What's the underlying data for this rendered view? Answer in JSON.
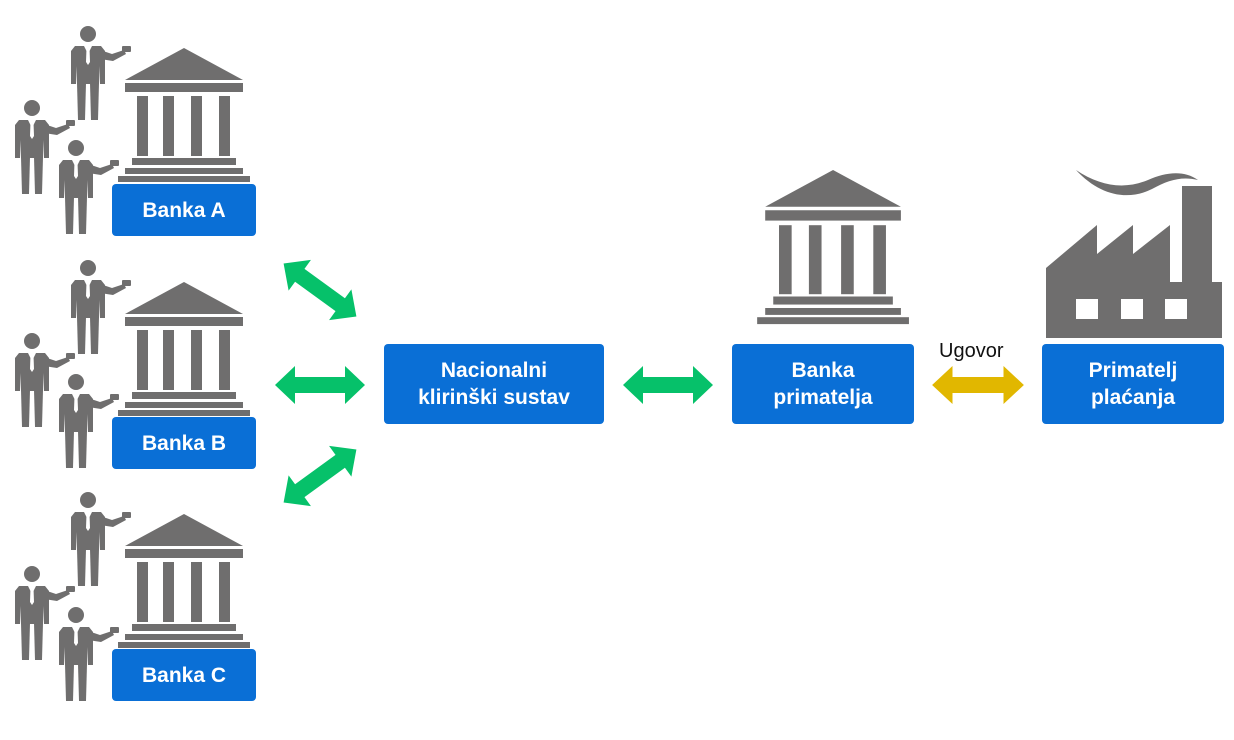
{
  "colors": {
    "label_bg": "#0a6fd6",
    "label_text": "#ffffff",
    "icon_gray": "#6f6e6e",
    "arrow_green": "#06c16a",
    "arrow_yellow": "#e1b700"
  },
  "banks": [
    {
      "label": "Banka A"
    },
    {
      "label": "Banka B"
    },
    {
      "label": "Banka C"
    }
  ],
  "clearing": {
    "line1": "Nacionalni",
    "line2": "klirinški sustav"
  },
  "receiver_bank": {
    "line1": "Banka",
    "line2": "primatelja"
  },
  "payee": {
    "line1": "Primatelj",
    "line2": "plaćanja"
  },
  "contract_label": "Ugovor",
  "icons": {
    "bank": "bank-building-icon",
    "person": "businessman-icon",
    "factory": "factory-icon",
    "arrow": "double-arrow-icon"
  }
}
